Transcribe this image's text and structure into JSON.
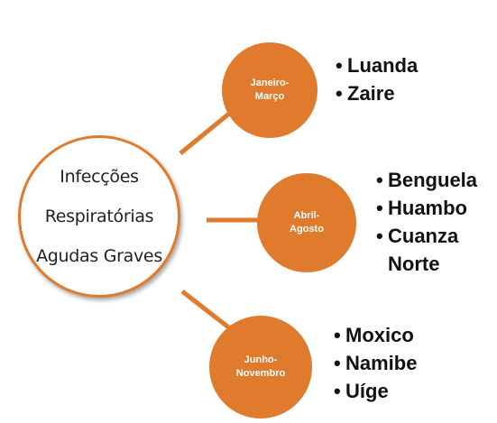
{
  "center": {
    "lines": [
      "Infecções",
      "Respiratórias",
      "Agudas Graves"
    ]
  },
  "periods": [
    {
      "label": "Janeiro-\nMarço",
      "provinces": [
        "Luanda",
        "Zaire"
      ]
    },
    {
      "label": "Abril-\nAgosto",
      "provinces": [
        "Benguela",
        "Huambo",
        "Cuanza Norte"
      ]
    },
    {
      "label": "Junho-\nNovembro",
      "provinces": [
        "Moxico",
        "Namibe",
        "Uíge"
      ]
    }
  ],
  "colors": {
    "accent": "#e07b2e",
    "text": "#111111"
  }
}
